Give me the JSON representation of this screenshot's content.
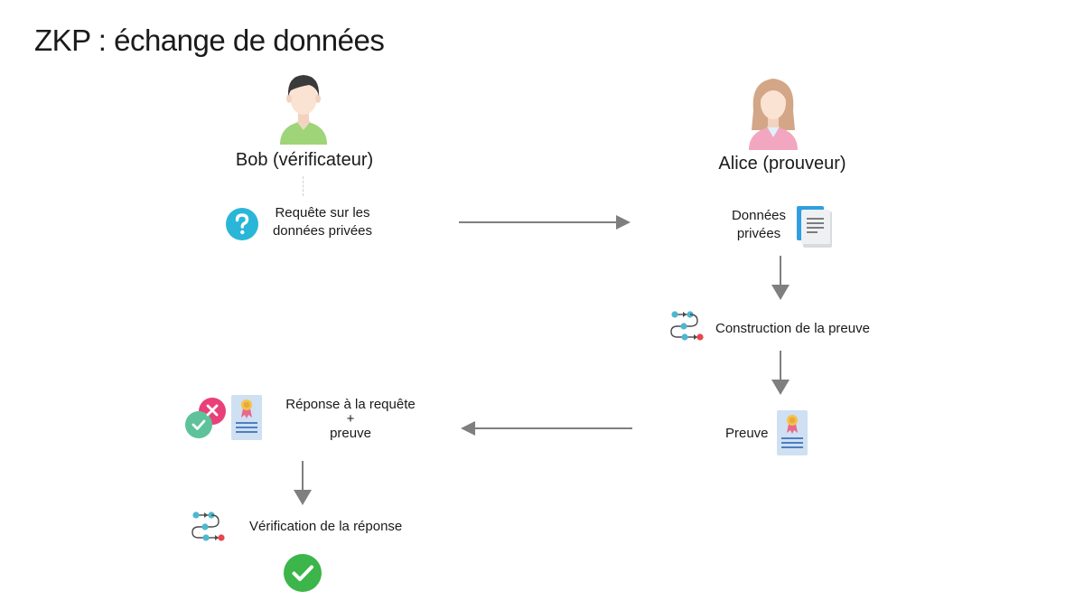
{
  "title": "ZKP : échange de données",
  "actors": {
    "verifier": "Bob (vérificateur)",
    "prover": "Alice (prouveur)"
  },
  "steps": {
    "request": [
      "Requête sur les",
      "données privées"
    ],
    "private_data": [
      "Données",
      "privées"
    ],
    "construction": "Construction de la preuve",
    "proof": "Preuve",
    "response": [
      "Réponse à la requête",
      "+",
      "preuve"
    ],
    "verification": "Vérification de la réponse"
  },
  "icons": {
    "bob": "man-avatar-icon",
    "alice": "woman-avatar-icon",
    "request": "question-icon",
    "private_data": "document-icon",
    "construction": "process-flow-icon",
    "proof": "certificate-icon",
    "response": "accept-reject-icon",
    "verification": "check-circle-icon"
  },
  "colors": {
    "arrow": "#7f7f7f",
    "question": "#29b6d9",
    "check": "#3cb54a",
    "reject": "#e9407a",
    "accept": "#5ec29b",
    "doc": "#2f9ee0",
    "cert": "#cfe0f3",
    "bob_shirt": "#9fd479",
    "alice_shirt": "#f3a6c0"
  }
}
